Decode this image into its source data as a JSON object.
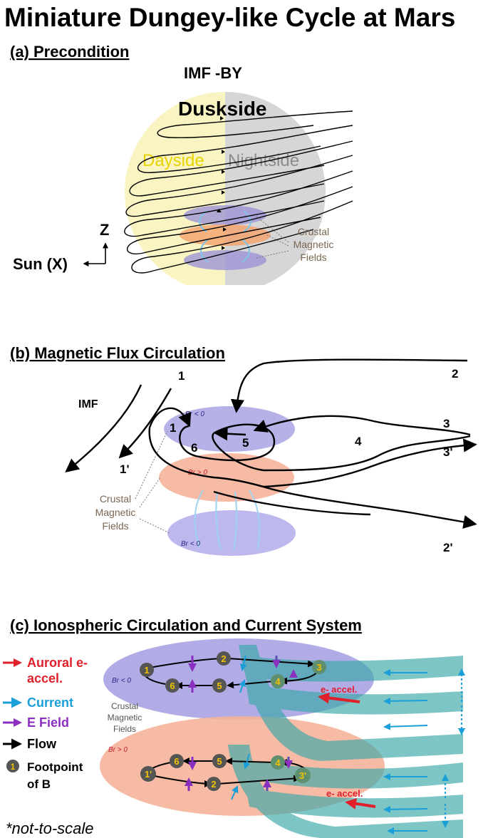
{
  "title": "Miniature Dungey-like Cycle at Mars",
  "panel_a": {
    "heading": "(a) Precondition",
    "imf": "IMF -BY",
    "duskside": "Duskside",
    "dayside": "Dayside",
    "nightside": "Nightside",
    "axis_z": "Z",
    "axis_x": "Sun (X)",
    "crustal": [
      "Crustal",
      "Magnetic",
      "Fields"
    ]
  },
  "panel_b": {
    "heading": "(b) Magnetic Flux Circulation",
    "imf": "IMF",
    "labels": {
      "l1": "1",
      "l1p": "1'",
      "l2": "2",
      "l2p": "2'",
      "l3": "3",
      "l3p": "3'",
      "l4": "4",
      "l5": "5",
      "l6": "6",
      "l1b": "1"
    },
    "br_top": "Br < 0",
    "br_mid": "Br > 0",
    "br_bot": "Br < 0",
    "crustal": [
      "Crustal",
      "Magnetic",
      "Fields"
    ]
  },
  "panel_c": {
    "heading": "(c) Ionospheric Circulation and Current System",
    "legend": {
      "auroral": [
        "Auroral e-",
        "accel."
      ],
      "current": "Current",
      "efield": "E Field",
      "flow": "Flow",
      "footpoint_num": "1",
      "footpoint": [
        "Footpoint",
        "of B"
      ]
    },
    "crustal": [
      "Crustal",
      "Magnetic",
      "Fields"
    ],
    "br_top": "Br < 0",
    "br_bot": "Br > 0",
    "top_nodes": [
      "1",
      "2",
      "3",
      "4",
      "5",
      "6"
    ],
    "bot_nodes": [
      "1'",
      "2",
      "3'",
      "4",
      "5",
      "6"
    ],
    "eaccel_top": "e- accel.",
    "eaccel_bot": "e- accel.",
    "colors": {
      "auroral": "#e0202a",
      "current": "#1a9fd8",
      "efield": "#8a2fc0",
      "flow": "#000000",
      "node": "#f2c200"
    }
  },
  "footnote": "*not-to-scale"
}
